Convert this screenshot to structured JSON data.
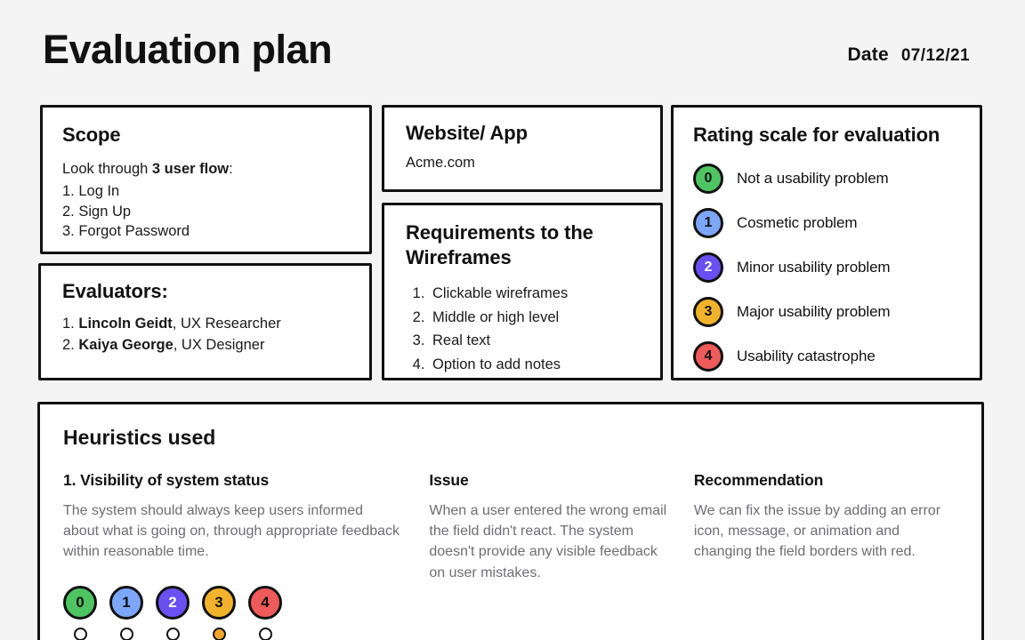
{
  "header": {
    "title": "Evaluation plan",
    "date_label": "Date",
    "date_value": "07/12/21"
  },
  "scope": {
    "title": "Scope",
    "lead_prefix": "Look through ",
    "lead_bold": "3 user flow",
    "lead_suffix": ":",
    "items": [
      "1. Log In",
      "2. Sign Up",
      "3. Forgot Password"
    ]
  },
  "evaluators": {
    "title": "Evaluators:",
    "items": [
      {
        "index": "1. ",
        "name": "Lincoln Geidt",
        "role": ", UX Researcher"
      },
      {
        "index": "2. ",
        "name": "Kaiya George",
        "role": ", UX Designer"
      }
    ]
  },
  "website": {
    "title": "Website/ App",
    "value": "Acme.com"
  },
  "requirements": {
    "title": "Requirements to the Wireframes",
    "items": [
      "Clickable wireframes",
      "Middle or high level",
      "Real text",
      "Option to add notes"
    ]
  },
  "rating_scale": {
    "title": "Rating scale for evaluation",
    "levels": [
      {
        "value": "0",
        "label": "Not a usability problem",
        "color": "#4FC462",
        "text_color": "#111111"
      },
      {
        "value": "1",
        "label": "Cosmetic problem",
        "color": "#7BA6FA",
        "text_color": "#111111"
      },
      {
        "value": "2",
        "label": "Minor usability problem",
        "color": "#6A4FF2",
        "text_color": "#ffffff"
      },
      {
        "value": "3",
        "label": "Major usability problem",
        "color": "#F2B32C",
        "text_color": "#111111"
      },
      {
        "value": "4",
        "label": "Usability catastrophe",
        "color": "#EF5A5A",
        "text_color": "#111111"
      }
    ]
  },
  "heuristics": {
    "title": "Heuristics used",
    "entry": {
      "heuristic_head": "1. Visibility of system status",
      "heuristic_body": "The system should always keep users informed about what is going on, through appropriate feedback within reasonable time.",
      "issue_head": "Issue",
      "issue_body": "When a user entered the wrong email the field didn't react. The system doesn't provide any visible feedback on user mistakes.",
      "recommendation_head": "Recommendation",
      "recommendation_body": "We can fix the issue by adding an error icon, message, or animation and changing the field borders with red.",
      "selected_rating": "3",
      "rating_options": [
        {
          "value": "0",
          "color": "#4FC462",
          "text_color": "#111111",
          "selected": false
        },
        {
          "value": "1",
          "color": "#7BA6FA",
          "text_color": "#111111",
          "selected": false
        },
        {
          "value": "2",
          "color": "#6A4FF2",
          "text_color": "#ffffff",
          "selected": false
        },
        {
          "value": "3",
          "color": "#F2B32C",
          "text_color": "#111111",
          "selected": true
        },
        {
          "value": "4",
          "color": "#EF5A5A",
          "text_color": "#111111",
          "selected": false
        }
      ],
      "selected_radio_color": "#F2A42C"
    }
  }
}
